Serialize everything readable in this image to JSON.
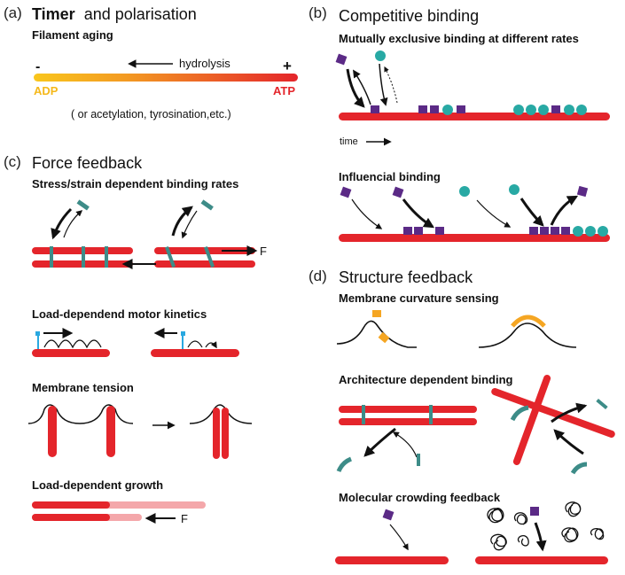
{
  "panels": {
    "a": {
      "label": "(a)",
      "title_part1": "Timer",
      "title_part2": "and polarisation",
      "subtitle": "Filament aging",
      "minus": "-",
      "plus": "+",
      "hydrolysis": "hydrolysis",
      "left_end": "ADP",
      "right_end": "ATP",
      "note": "( or acetylation, tyrosination,etc.)"
    },
    "b": {
      "label": "(b)",
      "title": "Competitive binding",
      "sub1": "Mutually exclusive binding at different rates",
      "time": "time",
      "sub2": "Influencial binding"
    },
    "c": {
      "label": "(c)",
      "title": "Force feedback",
      "sub1": "Stress/strain dependent binding rates",
      "force1": "F",
      "sub2": "Load-dependend motor kinetics",
      "sub3": "Membrane tension",
      "sub4": "Load-dependent growth",
      "force2": "F"
    },
    "d": {
      "label": "(d)",
      "title": "Structure feedback",
      "sub1": "Membrane curvature sensing",
      "sub2": "Architecture dependent binding",
      "sub3": "Molecular crowding feedback"
    }
  },
  "colors": {
    "filament": "#e4252b",
    "filament_light": "#f4a7aa",
    "purple": "#5b2a86",
    "teal": "#28a9a4",
    "linker": "#3d8c88",
    "orange": "#f5a623",
    "gradient_start": "#f9c61d",
    "gradient_end": "#e4252b"
  }
}
